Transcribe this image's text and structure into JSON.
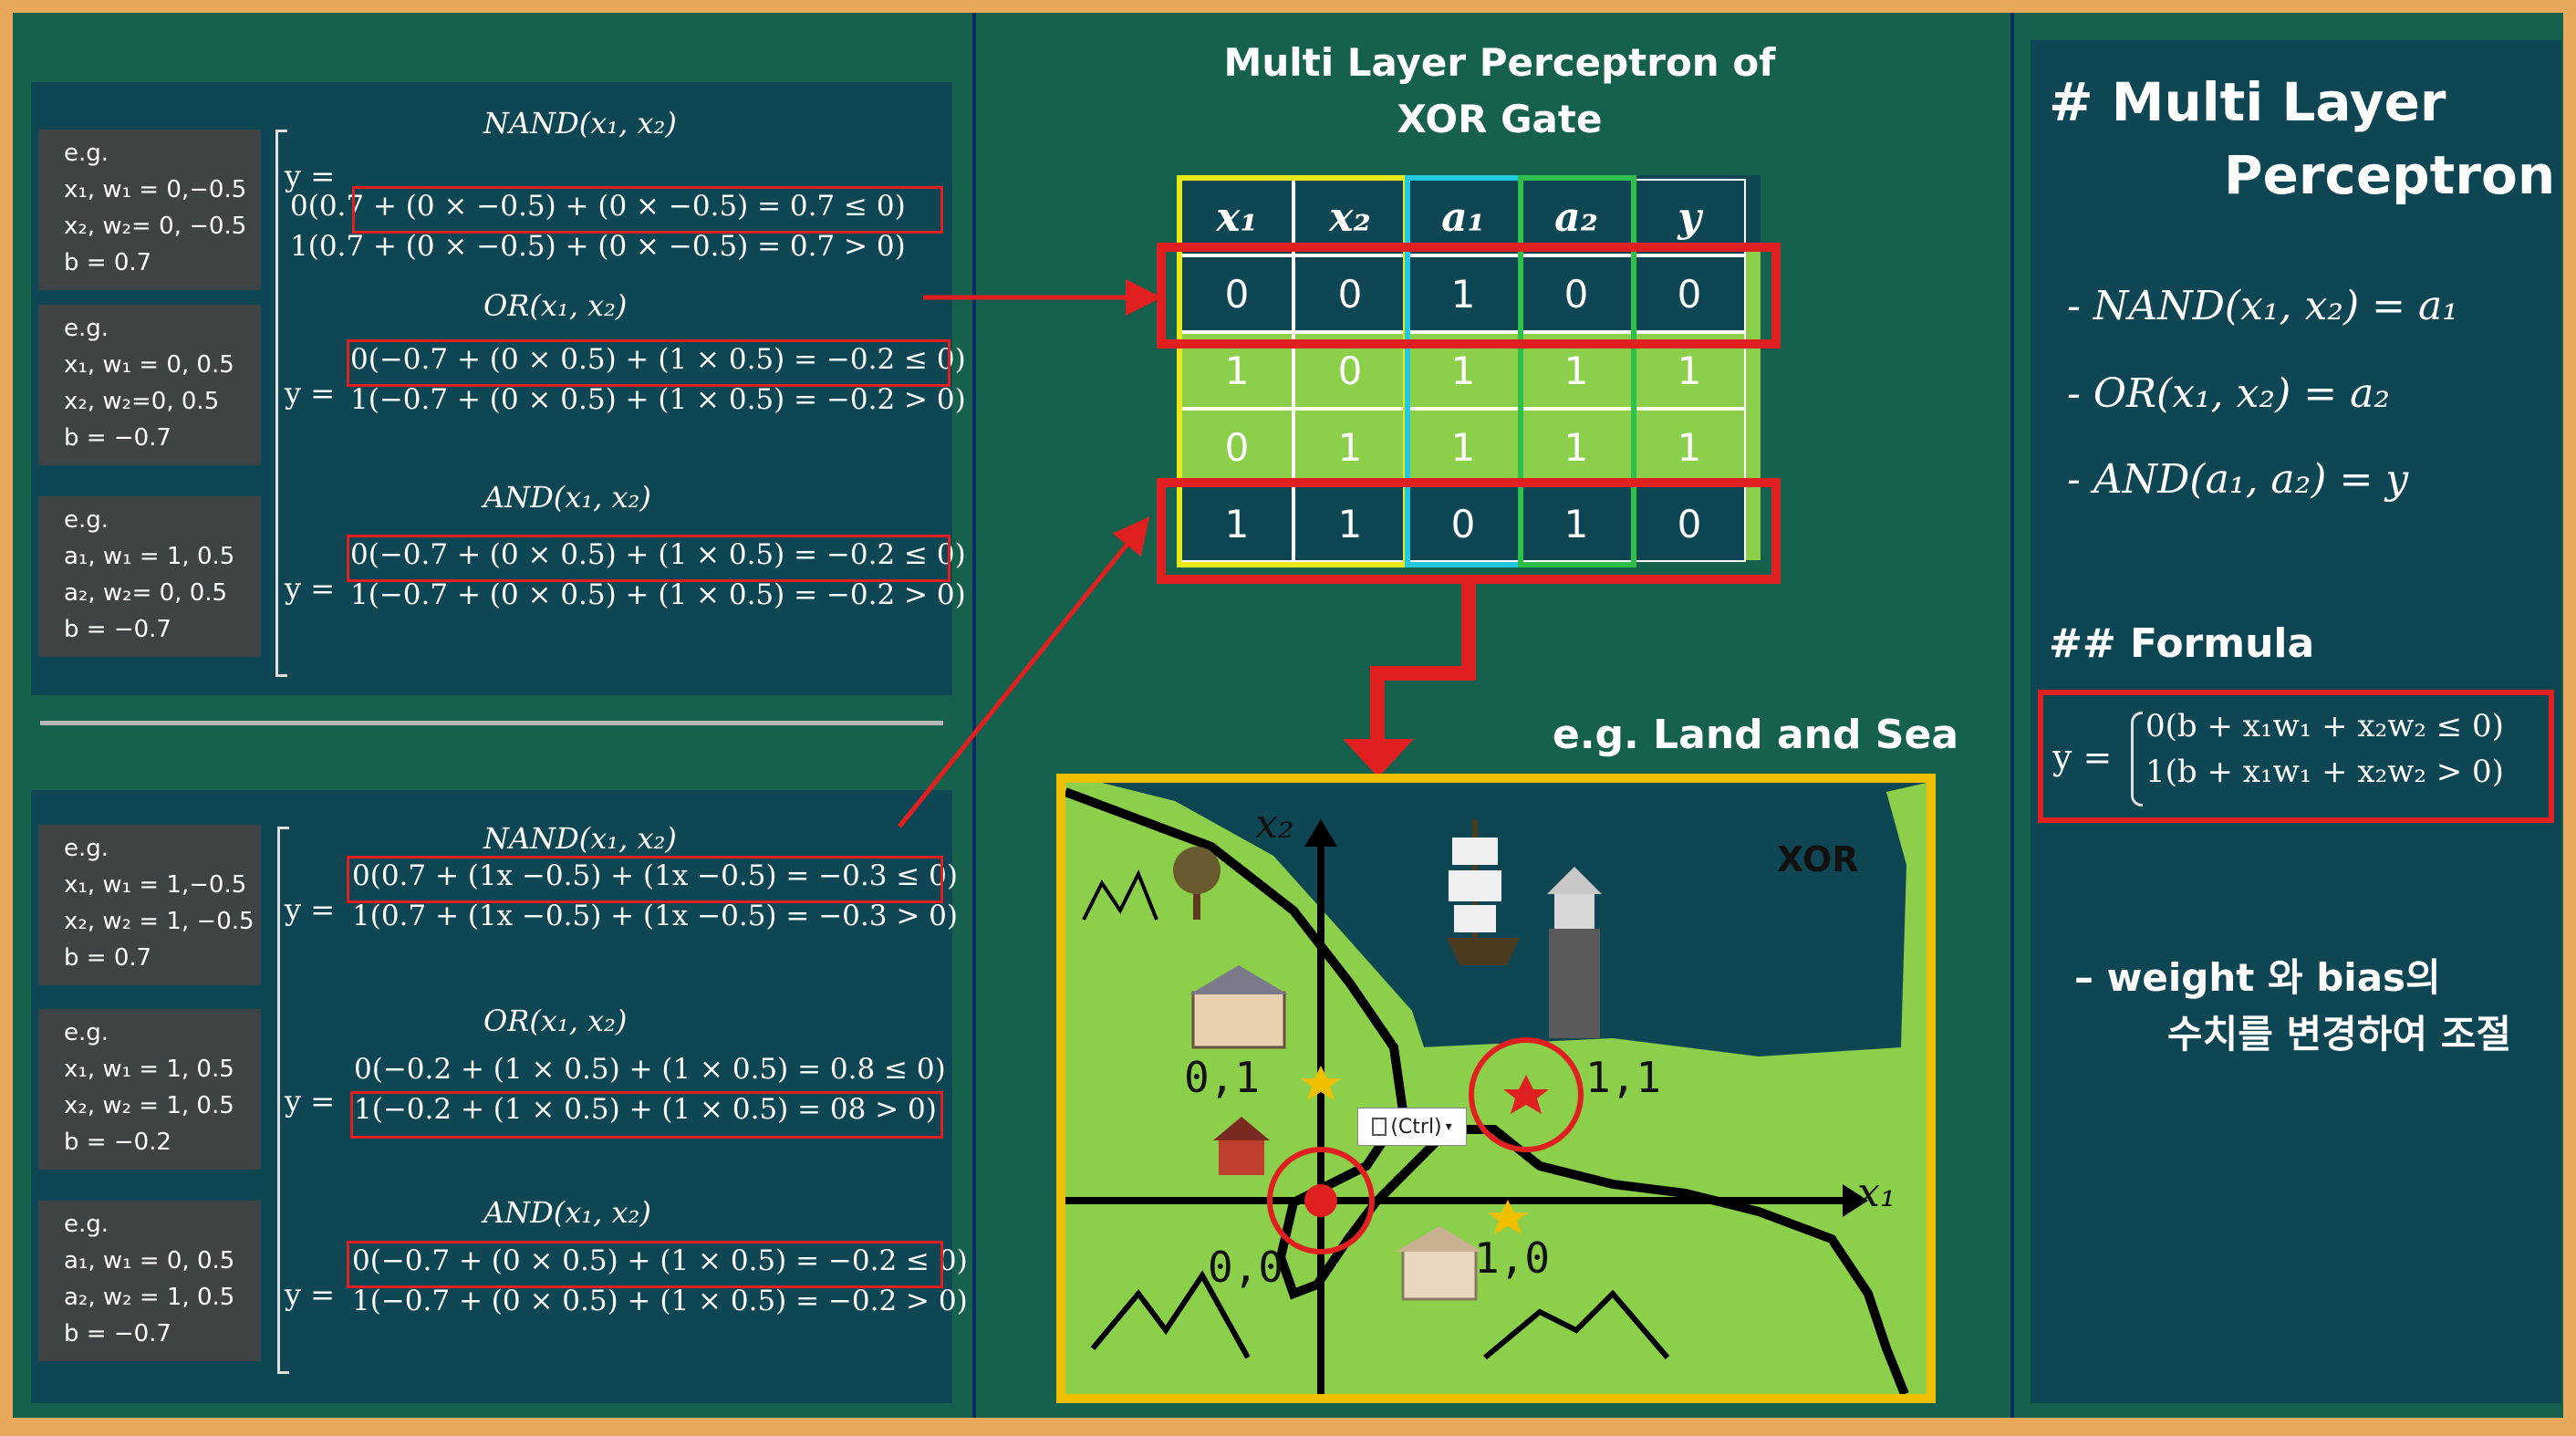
{
  "left_top": {
    "groups": [
      {
        "eg": [
          "e.g.",
          "x₁, w₁ = 0,−0.5",
          "x₂, w₂= 0, −0.5",
          "b = 0.7"
        ],
        "fn": "NAND(x₁, x₂)",
        "y": "y =",
        "c0": "0(0.7 + (0 × −0.5) + (0 × −0.5) = 0.7 ≤ 0)",
        "c1": "1(0.7 + (0 × −0.5) + (0 × −0.5) = 0.7 > 0)"
      },
      {
        "eg": [
          "e.g.",
          "x₁, w₁ = 0,  0.5",
          "x₂, w₂=0, 0.5",
          "b = −0.7"
        ],
        "fn": "OR(x₁, x₂)",
        "y": "y =",
        "c0": "0(−0.7 + (0 × 0.5) + (1 × 0.5) = −0.2 ≤ 0)",
        "c1": "1(−0.7 + (0 × 0.5) + (1 × 0.5) = −0.2 > 0)"
      },
      {
        "eg": [
          "e.g.",
          "a₁, w₁ = 1,  0.5",
          "a₂, w₂= 0, 0.5",
          "b = −0.7"
        ],
        "fn": "AND(x₁, x₂)",
        "y": "y =",
        "c0": "0(−0.7 + (0 × 0.5) + (1 × 0.5) = −0.2 ≤ 0)",
        "c1": "1(−0.7 + (0 × 0.5) + (1 × 0.5) = −0.2 > 0)"
      }
    ]
  },
  "left_bottom": {
    "groups": [
      {
        "eg": [
          "e.g.",
          "x₁, w₁  = 1,−0.5",
          "x₂, w₂ = 1, −0.5",
          "b = 0.7"
        ],
        "fn": "NAND(x₁, x₂)",
        "y": "y =",
        "c0": "0(0.7 + (1x −0.5) + (1x −0.5) = −0.3 ≤ 0)",
        "c1": "1(0.7 + (1x −0.5) + (1x −0.5) = −0.3 > 0)"
      },
      {
        "eg": [
          "e.g.",
          "x₁, w₁ = 1,  0.5",
          "x₂, w₂ = 1, 0.5",
          "b = −0.2"
        ],
        "fn": "OR(x₁, x₂)",
        "y": "y =",
        "c0": "0(−0.2 + (1 × 0.5) + (1 × 0.5) = 0.8 ≤ 0)",
        "c1": "1(−0.2 + (1 × 0.5) + (1 × 0.5) = 08 > 0)"
      },
      {
        "eg": [
          "e.g.",
          "a₁, w₁ = 0,  0.5",
          "a₂, w₂ = 1, 0.5",
          "b = −0.7"
        ],
        "fn": "AND(x₁, x₂)",
        "y": "y =",
        "c0": "0(−0.7 + (0 × 0.5) + (1 × 0.5) = −0.2 ≤ 0)",
        "c1": "1(−0.7 + (0 × 0.5) + (1 × 0.5) = −0.2 > 0)"
      }
    ]
  },
  "center": {
    "title_line1": "Multi Layer Perceptron of",
    "title_line2": "XOR Gate",
    "table_headers": [
      "x₁",
      "x₂",
      "a₁",
      "a₂",
      "y"
    ],
    "table_rows": [
      [
        "0",
        "0",
        "1",
        "0",
        "0"
      ],
      [
        "1",
        "0",
        "1",
        "1",
        "1"
      ],
      [
        "0",
        "1",
        "1",
        "1",
        "1"
      ],
      [
        "1",
        "1",
        "0",
        "1",
        "0"
      ]
    ],
    "map_title": "e.g. Land and Sea",
    "map_xor": "XOR",
    "axis_x": "x₁",
    "axis_y": "x₂",
    "pt_01": "0,1",
    "pt_11": "1,1",
    "pt_00": "0,0",
    "pt_10": "1,0",
    "paste_tag": "(Ctrl)",
    "colors": {
      "land": "#8ccf4a",
      "sea": "#0f4653",
      "frame": "#f0c000",
      "highlight": "#e02020"
    }
  },
  "right": {
    "title_line1": "# Multi Layer",
    "title_line2": "Perceptron",
    "items": [
      "- NAND(x₁, x₂) = a₁",
      "- OR(x₁, x₂) = a₂",
      "- AND(a₁, a₂) = y"
    ],
    "formula_heading": "## Formula",
    "formula_y": "y  =",
    "formula_c0": "0(b + x₁w₁ + x₂w₂ ≤ 0)",
    "formula_c1": "1(b + x₁w₁ + x₂w₂ > 0)",
    "note_line1": "– weight 와 bias의",
    "note_line2": "수치를 변경하여 조절"
  }
}
